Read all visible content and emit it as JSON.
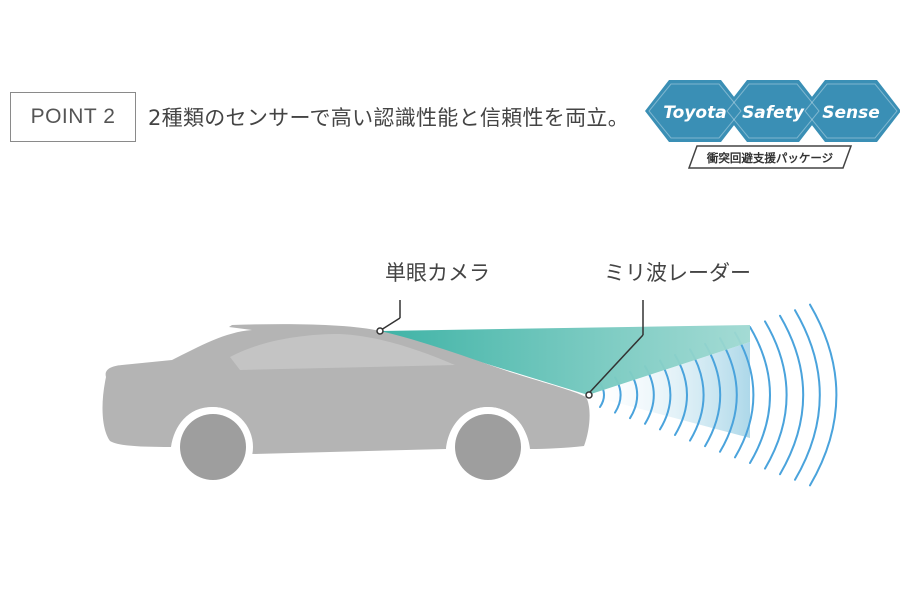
{
  "point_label": "POINT 2",
  "headline": "2種類のセンサーで高い認識性能と信頼性を両立。",
  "logo": {
    "words": [
      "Toyota",
      "Safety",
      "Sense"
    ],
    "banner": "衝突回避支援パッケージ",
    "color": "#3a8fb5"
  },
  "labels": {
    "camera": "単眼カメラ",
    "radar": "ミリ波レーダー"
  },
  "colors": {
    "car": "#b4b4b4",
    "wheel": "#9e9e9e",
    "camera_beam": "#4cbcb0",
    "radar_beam": "#bfe0ec",
    "radar_wave": "#4aa3dc"
  },
  "radar_wave_count": 15
}
